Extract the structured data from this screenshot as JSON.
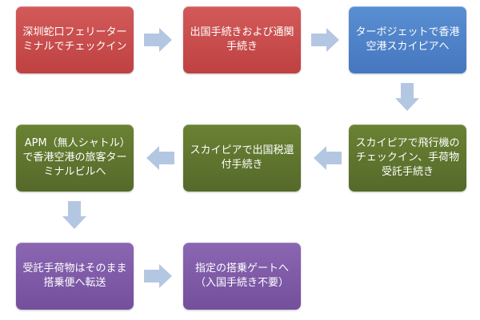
{
  "colors": {
    "red": "#c84b4b",
    "blue": "#4f83c7",
    "green": "#5f7630",
    "purple": "#7d5aa8",
    "arrow": "#b4c7e2"
  },
  "steps": [
    {
      "id": "s1",
      "text": "深圳蛇口フェリーターミナルでチェックイン",
      "color": "red"
    },
    {
      "id": "s2",
      "text": "出国手続きおよび通関手続き",
      "color": "red"
    },
    {
      "id": "s3",
      "text": "ターボジェットで香港空港スカイピアへ",
      "color": "blue"
    },
    {
      "id": "s4",
      "text": "スカイピアで飛行機のチェックイン、手荷物受託手続き",
      "color": "green"
    },
    {
      "id": "s5",
      "text": "スカイピアで出国税還付手続き",
      "color": "green"
    },
    {
      "id": "s6",
      "text": "APM（無人シャトル）で香港空港の旅客ターミナルビルへ",
      "color": "green"
    },
    {
      "id": "s7",
      "text": "受託手荷物はそのまま搭乗便へ転送",
      "color": "purple"
    },
    {
      "id": "s8",
      "text": "指定の搭乗ゲートへ（入国手続き不要）",
      "color": "purple"
    }
  ]
}
